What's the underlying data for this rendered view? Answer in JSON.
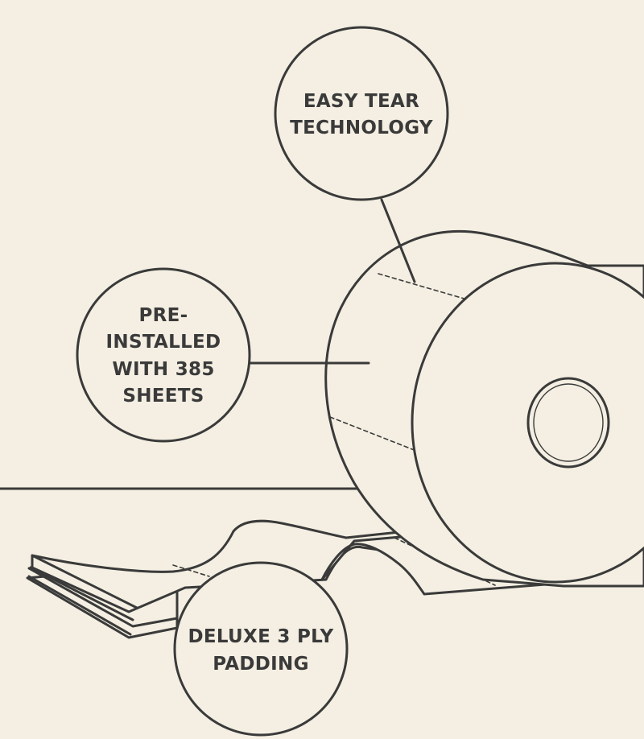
{
  "colors": {
    "background": "#f4efe2",
    "stroke": "#3a3a3a",
    "paper": "#f4efe2"
  },
  "callouts": {
    "easy_tear": {
      "line1": "EASY TEAR",
      "line2": "TECHNOLOGY"
    },
    "pre_installed": {
      "line1": "PRE-",
      "line2": "INSTALLED",
      "line3": "WITH 385",
      "line4": "SHEETS"
    },
    "deluxe_ply": {
      "line1": "DELUXE 3 PLY",
      "line2": "PADDING"
    }
  }
}
